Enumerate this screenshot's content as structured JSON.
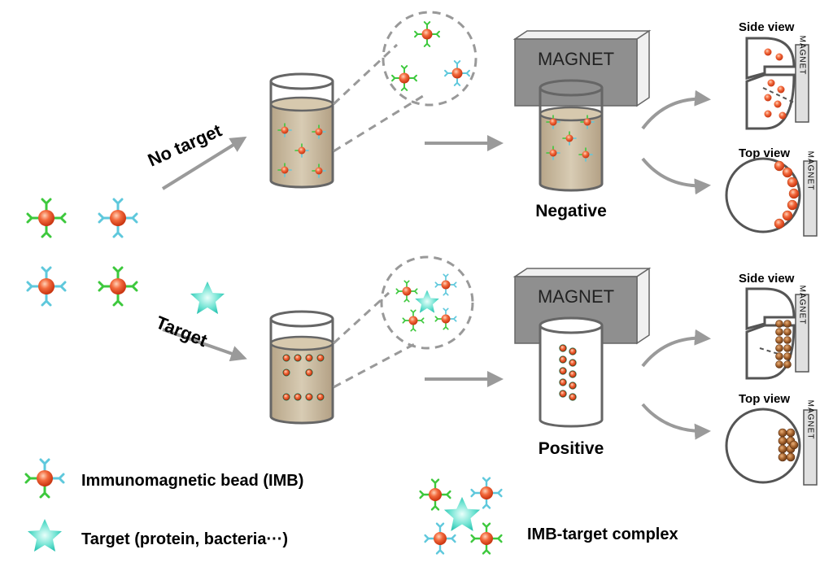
{
  "labels": {
    "no_target": "No target",
    "target": "Target",
    "magnet": "MAGNET",
    "magnet_vertical": "MAGNET",
    "negative": "Negative",
    "positive": "Positive",
    "side_view": "Side view",
    "top_view": "Top view"
  },
  "legend": {
    "imb": "Immunomagnetic bead (IMB)",
    "target": "Target (protein, bacteria···)",
    "complex": "IMB-target complex"
  },
  "colors": {
    "bead_center": "#f36a3d",
    "bead_edge": "#d63a12",
    "antibody_green": "#3cc83c",
    "antibody_cyan": "#5ec8dc",
    "target_center": "#bff7ee",
    "target_edge": "#17c7b3",
    "liquid": "#c9b99a",
    "magnet_fill": "#8f8f8f",
    "arrow": "#9a9a9a",
    "captured_bead": "#9b5a2a"
  }
}
